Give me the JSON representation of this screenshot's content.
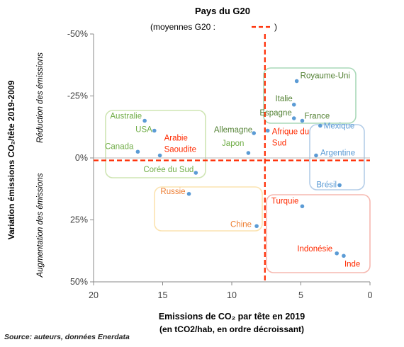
{
  "chart_data": {
    "type": "scatter",
    "title": "Pays du G20",
    "legend_text": "(moyennes G20 :",
    "legend_close": ")",
    "xlabel": "Emissions de CO₂ par tête en 2019",
    "xlabel_sub": "(en tCO2/hab, en ordre décroissant)",
    "ylabel": "Variation émissions CO₂/tête 2019-2009",
    "ylabel_top": "Réduction des émissions",
    "ylabel_bottom": "Augmentation des émissions",
    "x_reversed": true,
    "xlim": [
      0,
      20
    ],
    "ylim": [
      -50,
      50
    ],
    "y_reversed": true,
    "x_ticks": [
      "20",
      "15",
      "10",
      "5",
      "0"
    ],
    "x_tick_values": [
      20,
      15,
      10,
      5,
      0
    ],
    "y_ticks": [
      "-50%",
      "-25%",
      "0%",
      "25%",
      "50%"
    ],
    "y_tick_values": [
      -50,
      -25,
      0,
      25,
      50
    ],
    "grid": false,
    "g20_mean_x": 7.6,
    "g20_mean_y": 1,
    "colors": {
      "point": "#5b9bd5",
      "mean_line": "#ff2a00",
      "green": "#70ad47",
      "darkgreen": "#548235",
      "red": "#ff2a00",
      "orange": "#ed7d31",
      "blue": "#5b9bd5"
    },
    "points": [
      {
        "label": "Royaume-Uni",
        "x": 5.3,
        "y": -31,
        "color": "darkgreen"
      },
      {
        "label": "Italie",
        "x": 5.5,
        "y": -21.5,
        "color": "darkgreen"
      },
      {
        "label": "Espagne",
        "x": 5.5,
        "y": -16,
        "color": "darkgreen"
      },
      {
        "label": "France",
        "x": 4.9,
        "y": -15,
        "color": "darkgreen"
      },
      {
        "label": "Mexique",
        "x": 3.6,
        "y": -13,
        "color": "blue"
      },
      {
        "label": "Argentine",
        "x": 3.9,
        "y": -1,
        "color": "blue"
      },
      {
        "label": "Brésil",
        "x": 2.2,
        "y": 11,
        "color": "blue"
      },
      {
        "label": "Allemagne",
        "x": 8.4,
        "y": -10,
        "color": "darkgreen"
      },
      {
        "label": "Afrique du Sud",
        "x": 7.4,
        "y": -11,
        "color": "red"
      },
      {
        "label": "Japon",
        "x": 8.8,
        "y": -2,
        "color": "green"
      },
      {
        "label": "Australie",
        "x": 16.3,
        "y": -15,
        "color": "green"
      },
      {
        "label": "USA",
        "x": 15.6,
        "y": -11,
        "color": "green"
      },
      {
        "label": "Canada",
        "x": 16.8,
        "y": -2.5,
        "color": "green"
      },
      {
        "label": "Arabie Saoudite",
        "x": 15.2,
        "y": -1,
        "color": "red"
      },
      {
        "label": "Corée du Sud",
        "x": 12.6,
        "y": 6,
        "color": "green"
      },
      {
        "label": "Russie",
        "x": 13.1,
        "y": 14.5,
        "color": "orange"
      },
      {
        "label": "Chine",
        "x": 8.2,
        "y": 27.5,
        "color": "orange"
      },
      {
        "label": "Turquie",
        "x": 4.9,
        "y": 19.5,
        "color": "red"
      },
      {
        "label": "Indonésie",
        "x": 2.4,
        "y": 38.5,
        "color": "red"
      },
      {
        "label": "Inde",
        "x": 1.9,
        "y": 39.5,
        "color": "red"
      }
    ]
  },
  "source": "Source: auteurs, données Enerdata"
}
